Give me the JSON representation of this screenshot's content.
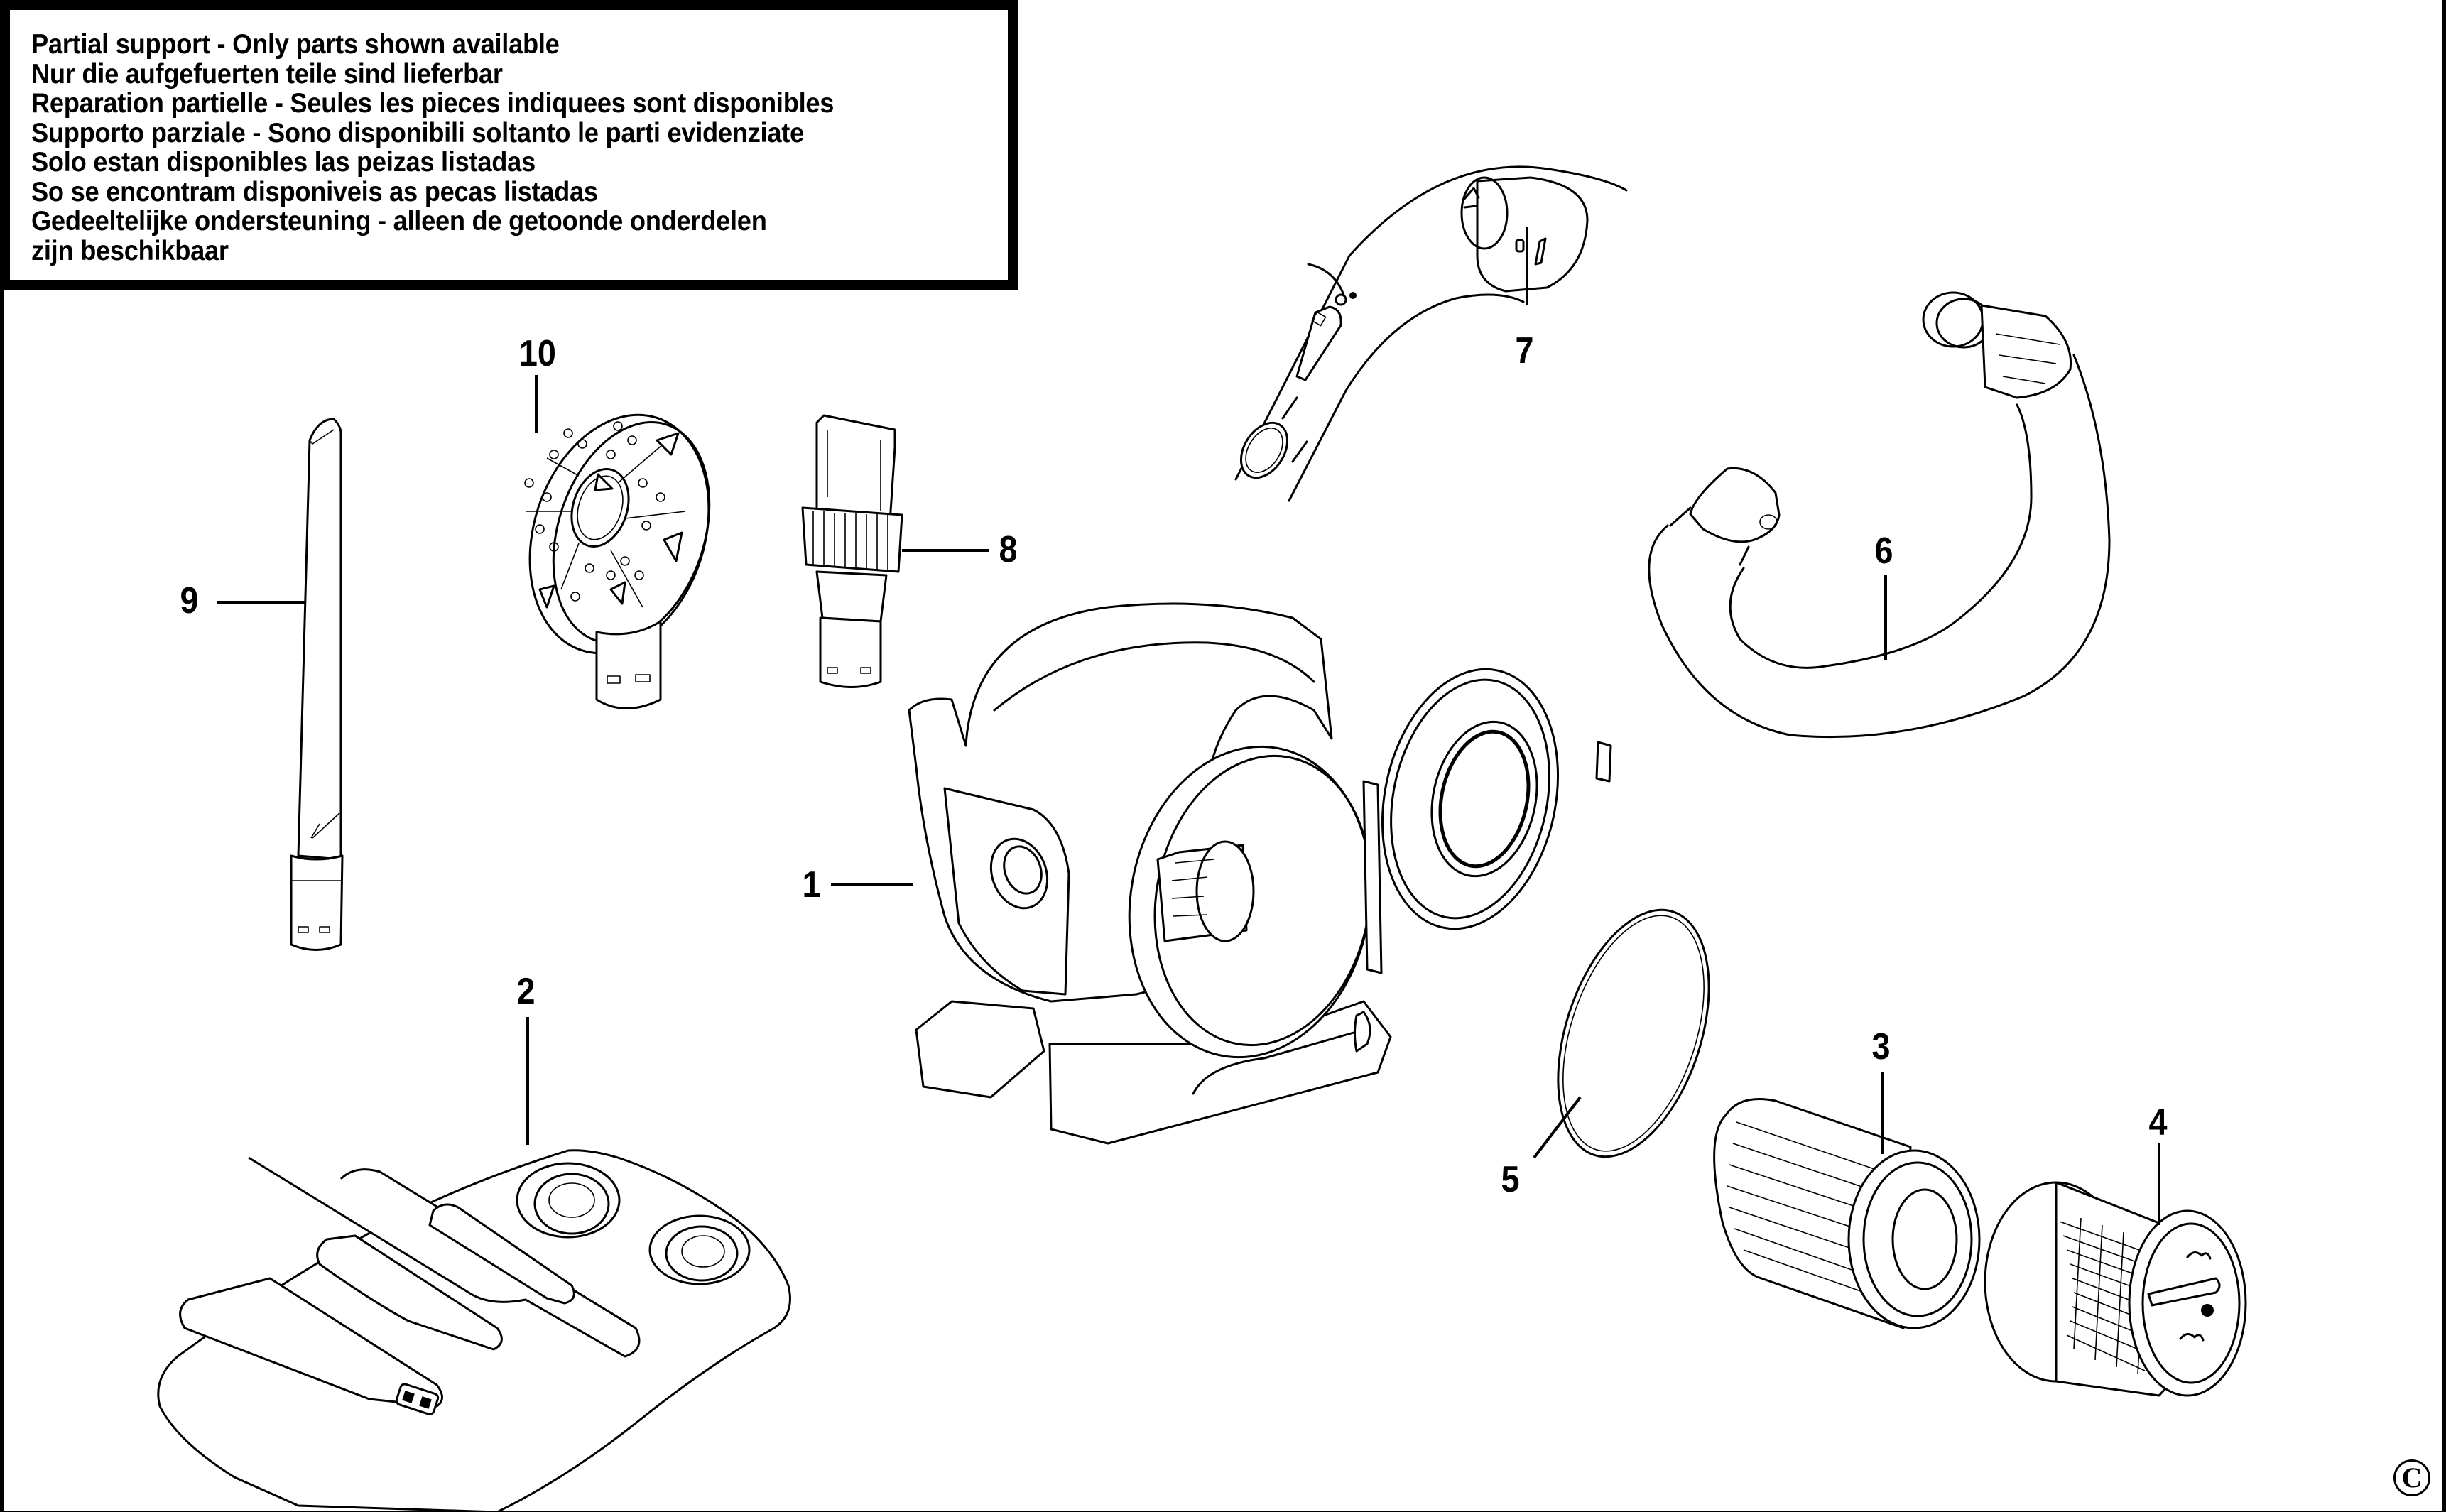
{
  "notice": {
    "lines": [
      "Partial support - Only parts shown available",
      "Nur die aufgefuerten teile sind lieferbar",
      "Reparation partielle - Seules les pieces indiquees sont disponibles",
      "Supporto parziale - Sono disponibili soltanto le parti evidenziate",
      "Solo estan disponibles las peizas listadas",
      "So se encontram disponiveis as pecas listadas",
      "Gedeeltelijke ondersteuning - alleen de getoonde onderdelen",
      "zijn beschikbaar"
    ]
  },
  "callouts": {
    "part1": "1",
    "part2": "2",
    "part3": "3",
    "part4": "4",
    "part5": "5",
    "part6": "6",
    "part7": "7",
    "part8": "8",
    "part9": "9",
    "part10": "10"
  },
  "parts": [
    {
      "number": "1",
      "depicts": "vacuum-main-unit"
    },
    {
      "number": "2",
      "depicts": "accessory-storage-tray"
    },
    {
      "number": "3",
      "depicts": "pleated-filter"
    },
    {
      "number": "4",
      "depicts": "filter-bowl-with-mesh"
    },
    {
      "number": "5",
      "depicts": "o-ring-seal"
    },
    {
      "number": "6",
      "depicts": "flexible-hose"
    },
    {
      "number": "7",
      "depicts": "curved-hose-wand"
    },
    {
      "number": "8",
      "depicts": "brush-tool"
    },
    {
      "number": "9",
      "depicts": "crevice-tool"
    },
    {
      "number": "10",
      "depicts": "round-brush-nozzle"
    }
  ],
  "copyright_symbol": "C"
}
